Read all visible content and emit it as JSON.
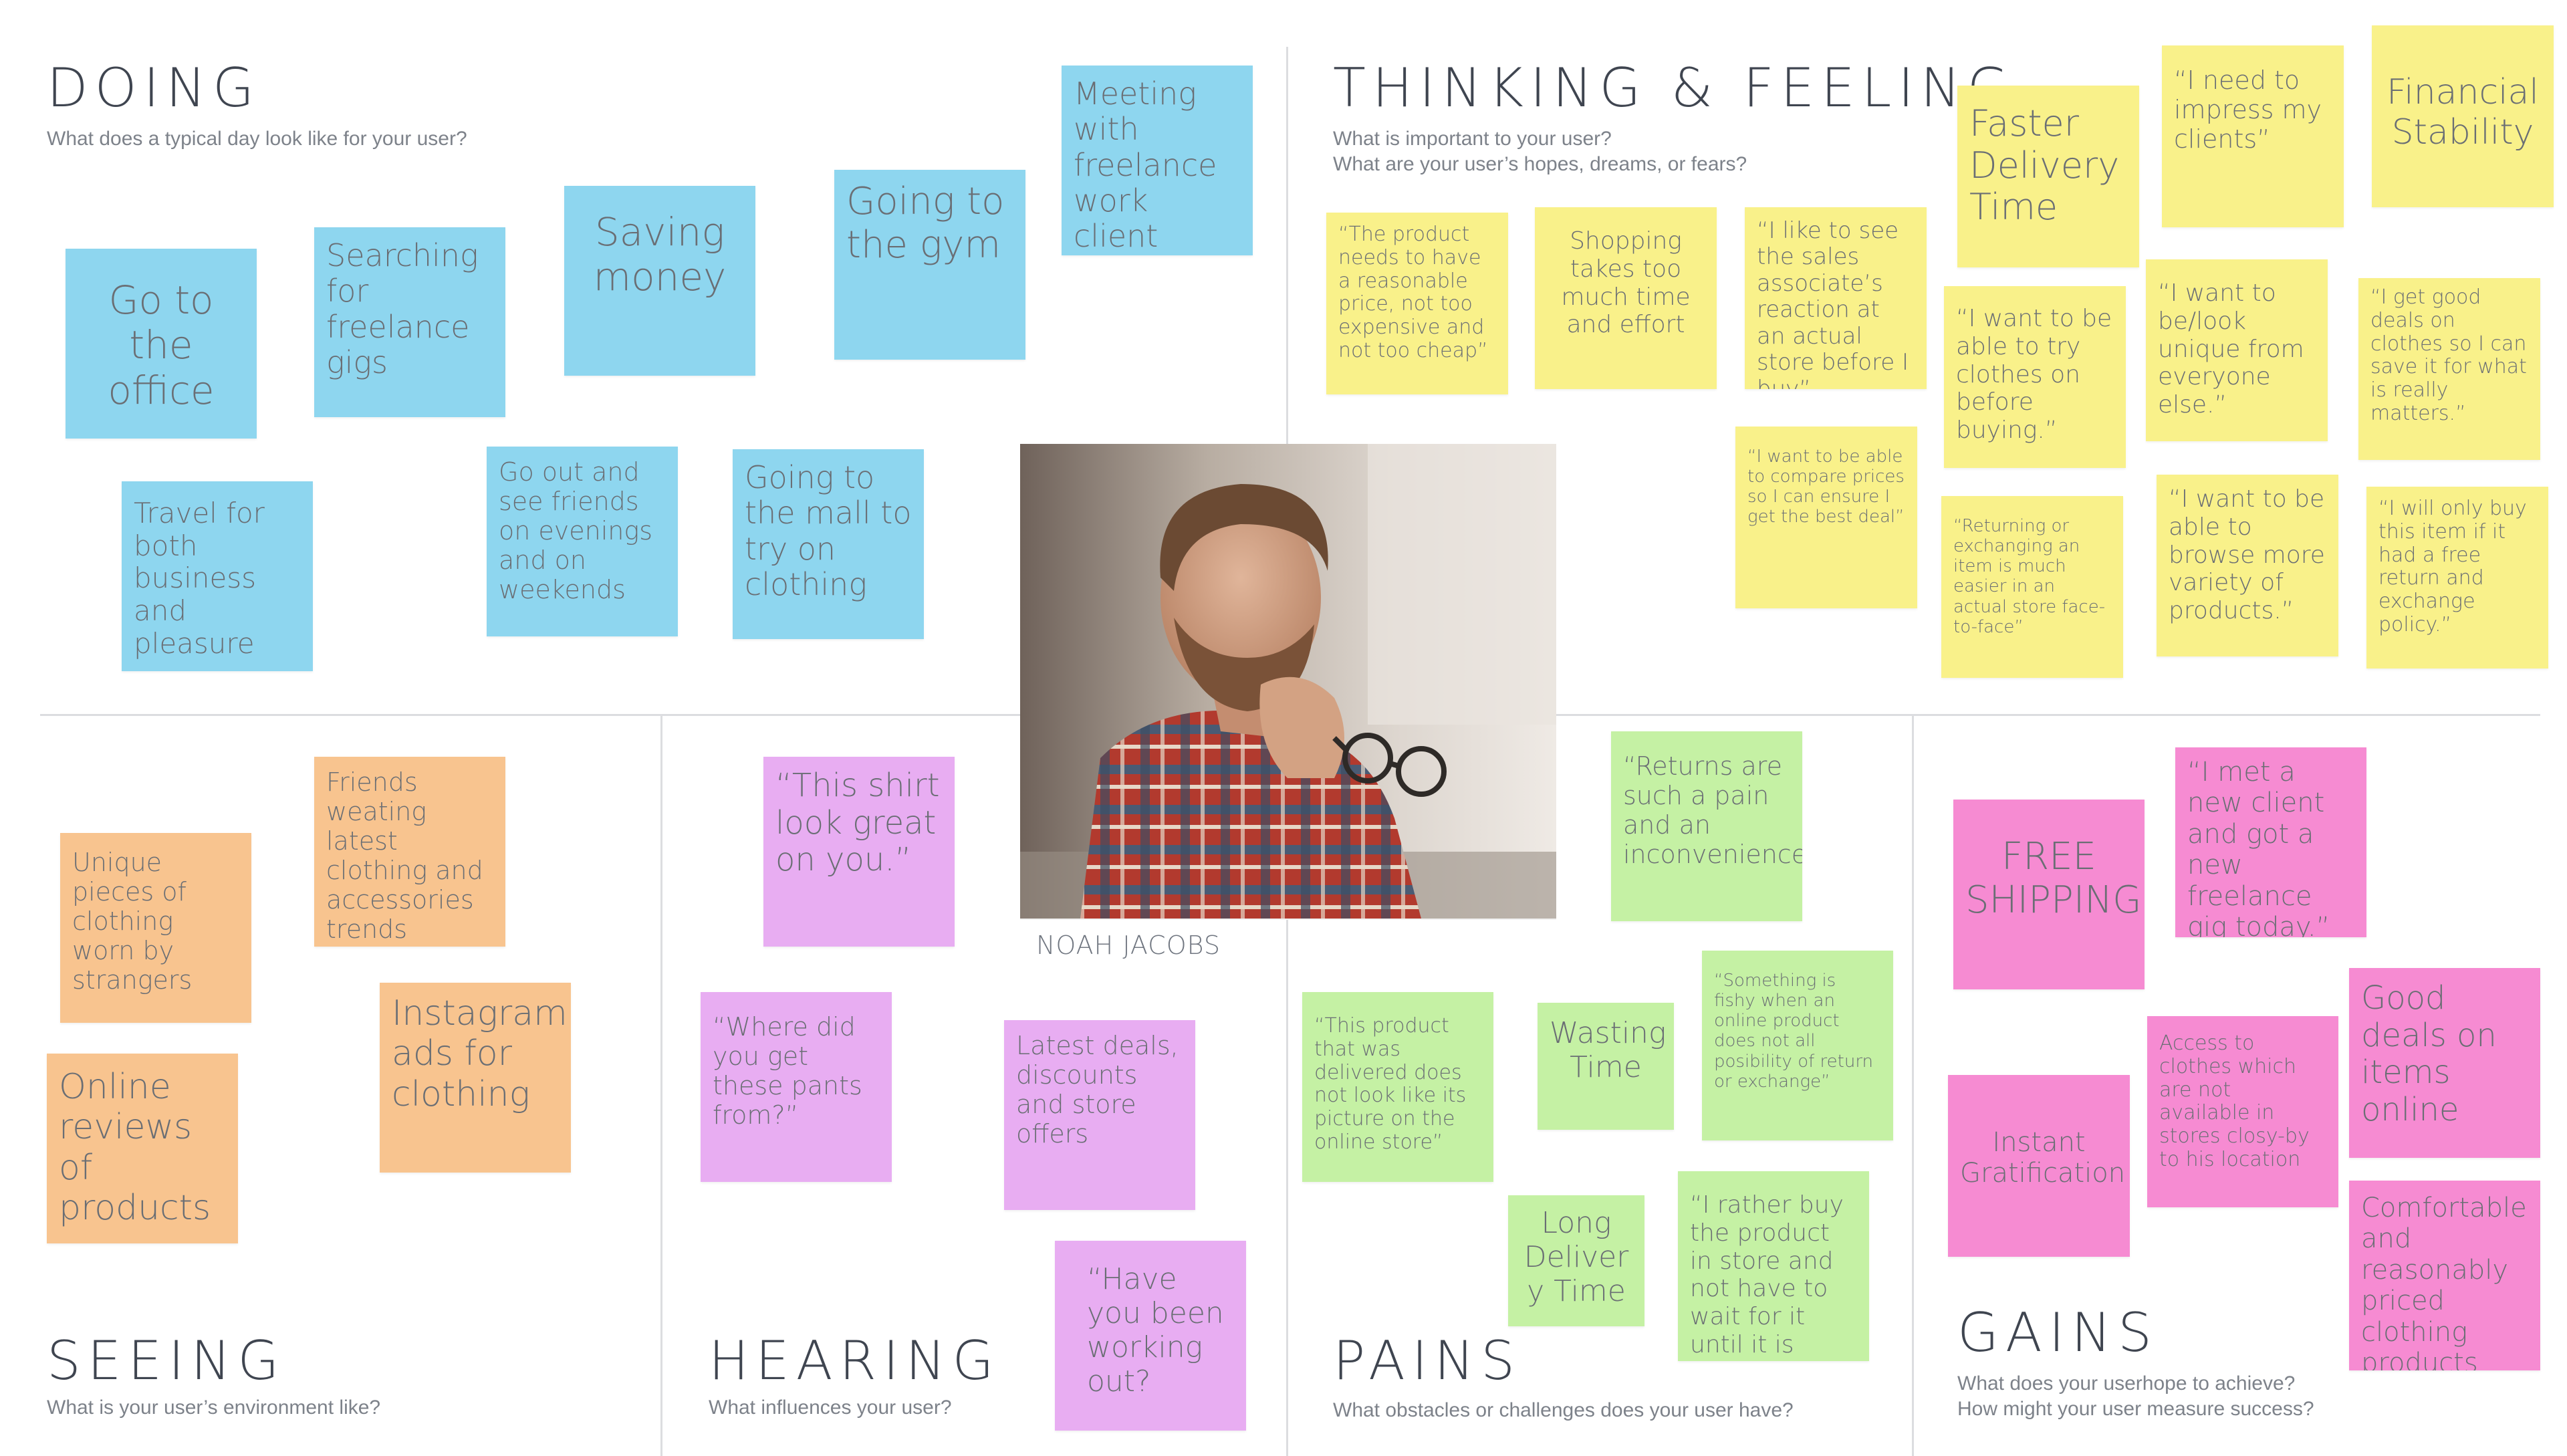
{
  "persona": {
    "name": "NOAH JACOBS"
  },
  "sections": {
    "doing": {
      "title": "DOING",
      "questions": [
        "What does a typical day look like for your user?"
      ]
    },
    "thinking": {
      "title": "THINKING & FEELING",
      "questions": [
        "What is important to your user?",
        "What are your user’s hopes, dreams, or fears?"
      ]
    },
    "seeing": {
      "title": "SEEING",
      "questions": [
        "What is your user’s environment like?"
      ]
    },
    "hearing": {
      "title": "HEARING",
      "questions": [
        "What influences your user?"
      ]
    },
    "pains": {
      "title": "PAINS",
      "questions": [
        "What obstacles or challenges does your user have?"
      ]
    },
    "gains": {
      "title": "GAINS",
      "questions": [
        "What does your userhope to achieve?",
        "How might your user measure success?"
      ]
    }
  },
  "colors": {
    "blue": "#8ed6ef",
    "yellow": "#f9f18a",
    "orange": "#f8c48f",
    "violet": "#e8adf2",
    "green": "#c5f1a4",
    "pink": "#f68bd2"
  },
  "notes": {
    "doing": [
      "Go to the office",
      "Searching for freelance gigs",
      "Saving money",
      "Going to the gym",
      "Meeting with freelance work client",
      "Travel for both business and pleasure",
      "Go out and see friends on evenings and on weekends",
      "Going to the mall to try on clothing"
    ],
    "thinking": [
      "“The product needs to have a reasonable price, not too expensive and not too cheap”",
      "Shopping takes too much time and effort",
      "“I like to see the sales associate’s reaction at an actual store before I buy”",
      "“I want to be able to compare prices so I can ensure I get the best deal”",
      "Faster Delivery Time",
      "“I need to impress my clients”",
      "Financial Stability",
      "“I want to be able to try clothes on before buying.”",
      "“I want to be/look unique from everyone else.”",
      "“I get good deals on clothes so I can save it for what is really matters.”",
      "“Returning or exchanging an item is much easier in an actual store face-to-face”",
      "“I want to be able to browse more variety of products.”",
      "“I will only buy this item if it had a free return and exchange policy.”"
    ],
    "seeing": [
      "Unique pieces of clothing worn by strangers",
      "Friends weating latest clothing and accessories trends",
      "Online reviews of products",
      "Instagram ads for clothing"
    ],
    "hearing": [
      "“This shirt look great on you.”",
      "“Where did you get these pants from?”",
      "Latest deals, discounts and store offers",
      "“Have you been working out?"
    ],
    "pains": [
      "“Returns are such a pain and an inconvenience.”",
      "“This product that was delivered does not look like its picture on the online store”",
      "Wasting Time",
      "“Something is fishy when an online product does not all posibility of return or exchange”",
      "Long Deliver y Time",
      "“I rather buy the product in store and not have to wait for it until it is delivered.”"
    ],
    "gains": [
      "FREE SHIPPING",
      "“I met a new client and got a new freelance gig today.”",
      "Good deals on items online",
      "Instant Gratification",
      "Access to clothes which are not available in stores closy-by to his location",
      "Comfortable and reasonably priced clothing products"
    ]
  }
}
